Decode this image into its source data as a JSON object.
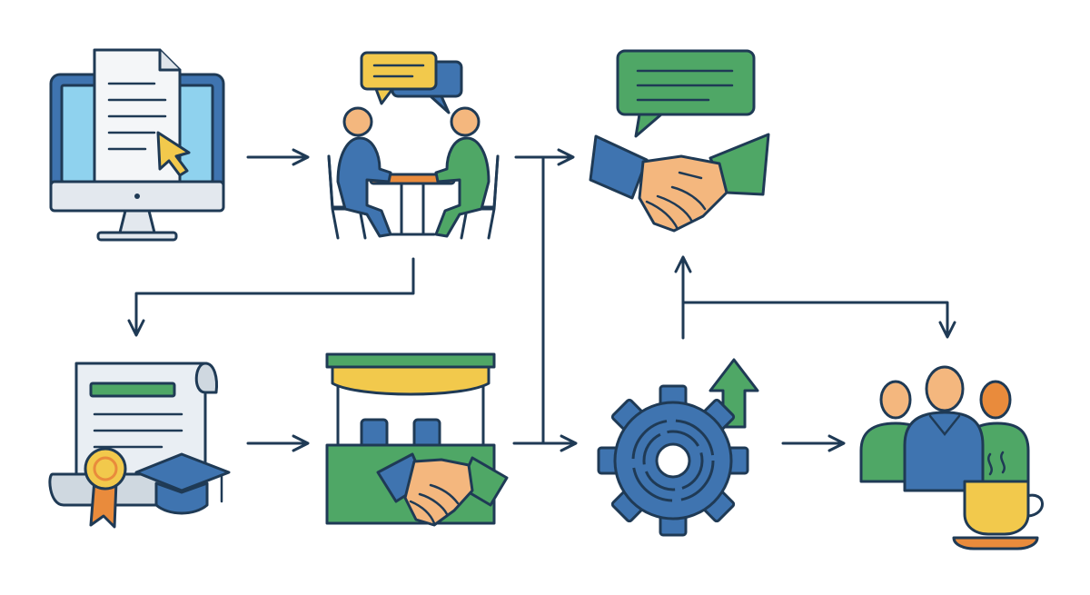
{
  "diagram": {
    "nodes": [
      {
        "id": "online-application",
        "icon": "computer-document-icon"
      },
      {
        "id": "interview",
        "icon": "interview-meeting-icon"
      },
      {
        "id": "agreement",
        "icon": "handshake-speech-icon"
      },
      {
        "id": "credentials",
        "icon": "certificate-graduation-icon"
      },
      {
        "id": "job-fair",
        "icon": "booth-handshake-icon"
      },
      {
        "id": "growth",
        "icon": "gear-growth-icon"
      },
      {
        "id": "team-culture",
        "icon": "team-coffee-icon"
      }
    ],
    "colors": {
      "outline": "#1f3a55",
      "blue": "#3f74b0",
      "light_blue": "#8fd2ee",
      "green": "#4fa766",
      "yellow": "#f2c94c",
      "orange": "#e98b3c",
      "skin": "#f4b77e",
      "paper": "#e9eef3"
    }
  }
}
